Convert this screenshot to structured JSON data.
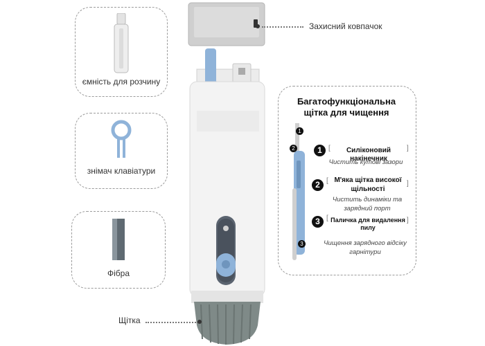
{
  "left_cards": [
    {
      "caption": "ємність для розчину",
      "icon": "spray-bottle-icon"
    },
    {
      "caption": "знімач клавіатури",
      "icon": "keycap-puller-icon"
    },
    {
      "caption": "Фібра",
      "icon": "fiber-cloth-icon"
    }
  ],
  "callouts": {
    "cap": "Захисний ковпачок",
    "brush": "Щітка"
  },
  "panel": {
    "title_line1": "Багатофункціональна",
    "title_line2": "щітка для чищення",
    "features": [
      {
        "number": "1",
        "name": "Силіконовий накінечник",
        "description": "Чистить кутові зазори"
      },
      {
        "number": "2",
        "name_line1": "М'яка щітка високої",
        "name_line2": "щільності",
        "description_line1": "Чистить динаміки та",
        "description_line2": "зарядний порт"
      },
      {
        "number": "3",
        "name_line1": "Паличка для видалення",
        "name_line2": "пилу",
        "description_line1": "Чищення зарядного відсіку",
        "description_line2": "гарнітури"
      }
    ],
    "tool_markers": [
      "1",
      "2",
      "3"
    ]
  },
  "colors": {
    "accent_blue": "#8fb3d9",
    "device_body": "#f2f2f2",
    "cap_grey": "#c8c8c8",
    "bristles": "#7f8a88"
  }
}
